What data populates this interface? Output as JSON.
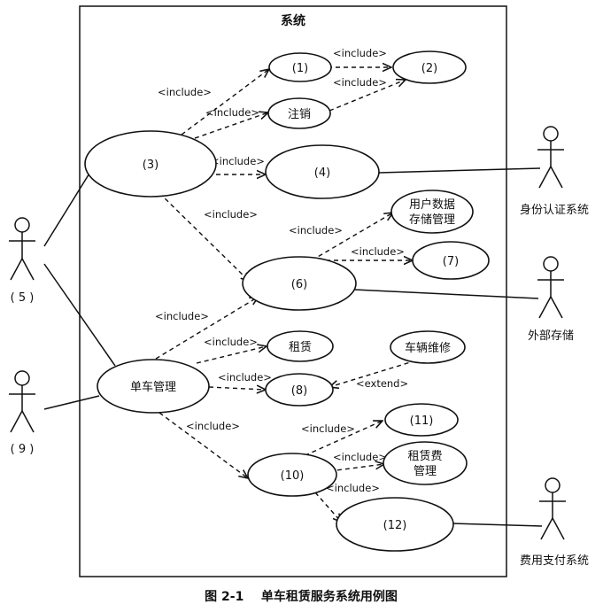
{
  "system": {
    "title": "系统"
  },
  "use_cases": {
    "uc1": "(1)",
    "uc2": "(2)",
    "cancel": "注销",
    "uc3": "(3)",
    "uc4": "(4)",
    "user_data_line1": "用户数据",
    "user_data_line2": "存储管理",
    "uc6": "(6)",
    "uc7": "(7)",
    "rent": "租赁",
    "bike_mgmt": "单车管理",
    "uc8": "(8)",
    "repair": "车辆维修",
    "uc10": "(10)",
    "uc11": "(11)",
    "fee_line1": "租赁费",
    "fee_line2": "管理",
    "uc12": "(12)"
  },
  "relations": {
    "include": "<include>",
    "extend": "<extend>"
  },
  "actors": {
    "a5": "( 5 )",
    "a9": "( 9 )",
    "identity": "身份认证系统",
    "storage": "外部存储",
    "payment": "费用支付系统"
  },
  "caption": "图 2-1    单车租赁服务系统用例图"
}
